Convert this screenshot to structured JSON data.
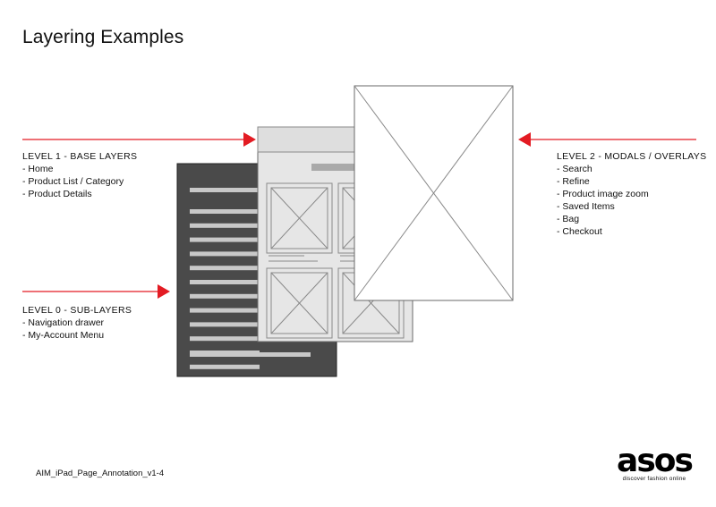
{
  "page": {
    "title": "Layering Examples",
    "footer_ref": "AIM_iPad_Page_Annotation_v1-4"
  },
  "brand": {
    "logo_text": "asos",
    "tagline": "discover fashion online"
  },
  "colors": {
    "arrow": "#e31b23",
    "sublayer_fill": "#4a4a4a",
    "sublayer_bars": "#c8c8c8",
    "base_fill": "#e6e6e6",
    "modal_fill": "#ffffff",
    "wire_stroke": "#8a8a8a"
  },
  "annotations": {
    "level1": {
      "heading": "LEVEL 1 - BASE LAYERS",
      "items": [
        "Home",
        "Product List / Category",
        "Product Details"
      ]
    },
    "level0": {
      "heading": "LEVEL 0 - SUB-LAYERS",
      "items": [
        "Navigation drawer",
        "My-Account Menu"
      ]
    },
    "level2": {
      "heading": "LEVEL 2 - MODALS / OVERLAYS",
      "items": [
        "Search",
        "Refine",
        "Product image zoom",
        "Saved Items",
        "Bag",
        "Checkout"
      ]
    }
  }
}
